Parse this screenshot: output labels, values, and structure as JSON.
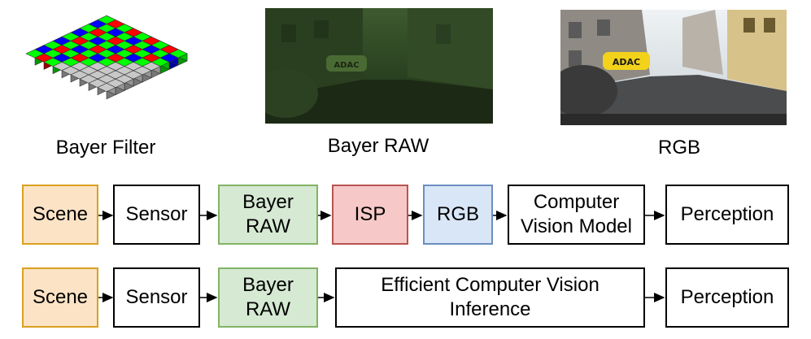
{
  "captions": {
    "bayer_filter": "Bayer Filter",
    "bayer_raw": "Bayer RAW",
    "rgb": "RGB"
  },
  "images": {
    "raw_sign_text": "ADAC",
    "rgb_sign_text": "ADAC"
  },
  "pipeline_top": {
    "scene": "Scene",
    "sensor": "Sensor",
    "bayer_raw": [
      "Bayer",
      "RAW"
    ],
    "isp": "ISP",
    "rgb": "RGB",
    "cv_model": [
      "Computer",
      "Vision Model"
    ],
    "perception": "Perception"
  },
  "pipeline_bottom": {
    "scene": "Scene",
    "sensor": "Sensor",
    "bayer_raw": [
      "Bayer",
      "RAW"
    ],
    "efficient": [
      "Efficient Computer Vision",
      "Inference"
    ],
    "perception": "Perception"
  },
  "colors": {
    "bayer_red": "#ff0000",
    "bayer_green": "#00ff00",
    "bayer_blue": "#0000ff",
    "scene_fill": "#fde3c6",
    "raw_fill": "#d6e9d3",
    "isp_fill": "#f6c9c8",
    "rgb_fill": "#d9e6f7"
  }
}
